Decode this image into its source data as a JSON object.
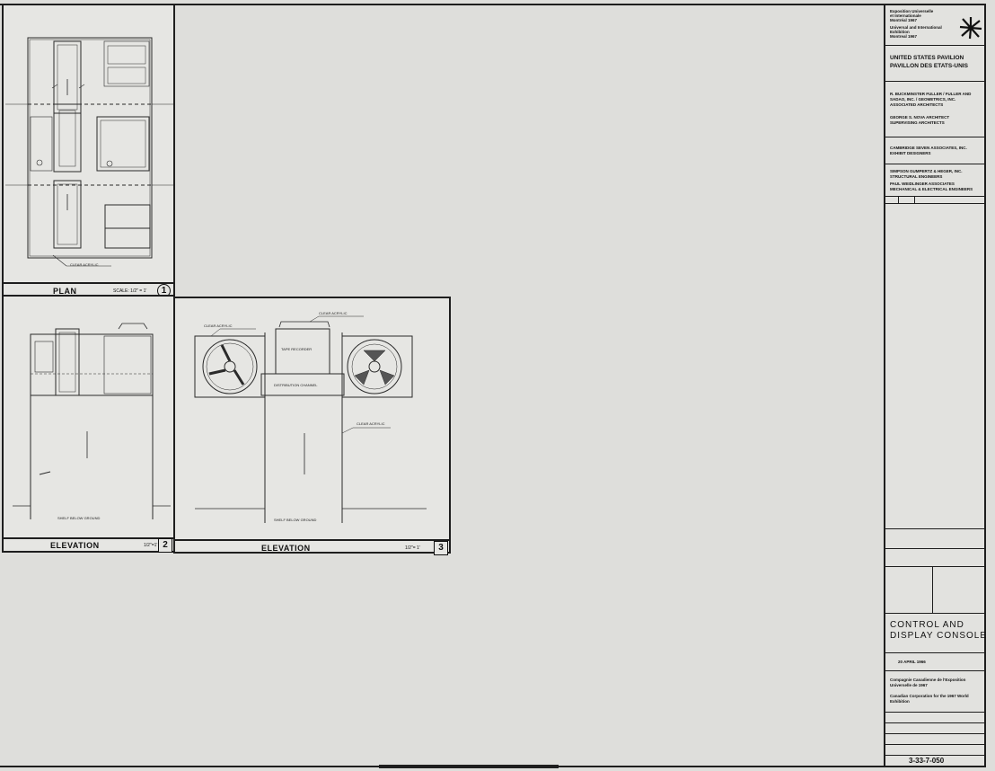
{
  "drawings": {
    "plan": {
      "caption": "PLAN",
      "scale": "SCALE: 1/2\" = 1'",
      "number": "1",
      "labels": [
        "CLEAR ACRYLIC"
      ]
    },
    "elevation_side": {
      "caption": "ELEVATION",
      "scale": "1/2\"=1'",
      "number": "2",
      "labels": [
        "SHELF BELOW GROUND"
      ]
    },
    "elevation_front": {
      "caption": "ELEVATION",
      "scale": "1/2\"= 1'",
      "number": "3",
      "labels": [
        "CLEAR ACRYLIC",
        "CLEAR ACRYLIC",
        "TAPE RECORDER",
        "DISTRIBUTION CHANNEL",
        "CLEAR ACRYLIC",
        "SHELF BELOW GROUND"
      ]
    }
  },
  "title_block": {
    "expo_lines": [
      "Exposition Universelle",
      "et Internationale",
      "Montréal 1967",
      "Universal and International",
      "Exhibition",
      "Montreal 1967"
    ],
    "pavilion_en": "UNITED STATES PAVILION",
    "pavilion_fr": "PAVILLON DES ETATS-UNIS",
    "firm1": "R. BUCKMINSTER FULLER / FULLER AND SADAO, INC. / GEOMETRICS, INC.",
    "firm1_role": "ASSOCIATED ARCHITECTS",
    "firm2": "GEORGE S. NOVA ARCHITECT",
    "firm2_role": "SUPERVISING ARCHITECTS",
    "firm3": "CAMBRIDGE SEVEN ASSOCIATES, INC.",
    "firm3_role": "EXHIBIT DESIGNERS",
    "firm4": "SIMPSON GUMPERTZ & HEGER, INC.",
    "firm4_role": "STRUCTURAL ENGINEERS",
    "firm5": "PAUL WEIDLINGER ASSOCIATES",
    "firm5_role": "MECHANICAL & ELECTRICAL ENGINEERS",
    "drawing_title_line1": "CONTROL AND",
    "drawing_title_line2": "DISPLAY CONSOLE",
    "date": "20 APRIL 1966",
    "corp_fr": "Compagnie Canadienne de l'Exposition Universelle de 1967",
    "corp_en": "Canadian Corporation for the 1967 World Exhibition",
    "sheet_no": "3-33-7-050"
  }
}
